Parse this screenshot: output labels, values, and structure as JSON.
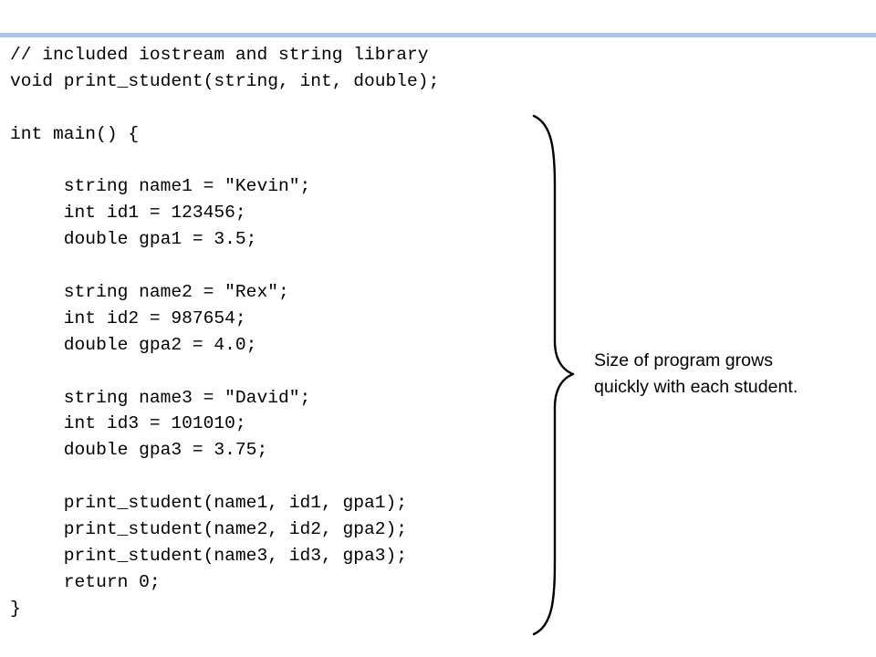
{
  "code": {
    "lines": [
      "// included iostream and string library",
      "void print_student(string, int, double);",
      "",
      "int main() {",
      "",
      "     string name1 = \"Kevin\";",
      "     int id1 = 123456;",
      "     double gpa1 = 3.5;",
      "",
      "     string name2 = \"Rex\";",
      "     int id2 = 987654;",
      "     double gpa2 = 4.0;",
      "",
      "     string name3 = \"David\";",
      "     int id3 = 101010;",
      "     double gpa3 = 3.75;",
      "",
      "     print_student(name1, id1, gpa1);",
      "     print_student(name2, id2, gpa2);",
      "     print_student(name3, id3, gpa3);",
      "     return 0;",
      "}"
    ]
  },
  "annotation": {
    "line1": "Size of program grows",
    "line2": "quickly with each student."
  },
  "colors": {
    "top_rule": "#a6c8ee",
    "text": "#000000",
    "background": "#ffffff"
  }
}
